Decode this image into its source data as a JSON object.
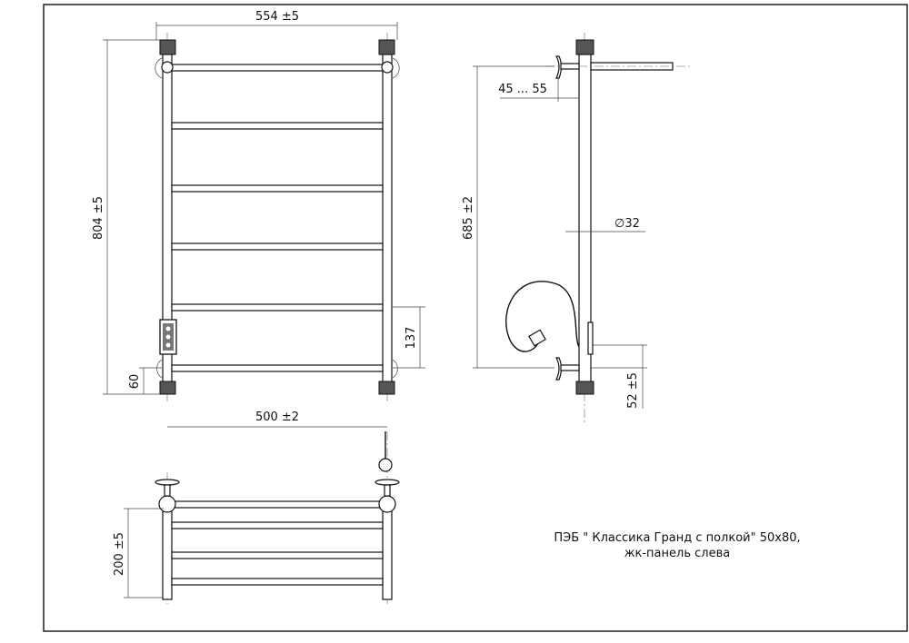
{
  "front_view": {
    "width_label": "554 ±5",
    "height_label": "804 ±5",
    "bottom_offset_label": "60",
    "panel_height_label": "137",
    "axis_spacing_label": "500 ±2"
  },
  "side_view": {
    "wall_distance_label": "45 ... 55",
    "mount_spacing_label": "685 ±2",
    "diameter_label": "∅32",
    "bottom_mount_label": "52 ±5"
  },
  "top_view": {
    "depth_label": "200 ±5"
  },
  "caption": {
    "line1": "ПЭБ \" Классика Гранд  с полкой\" 50х80,",
    "line2": "жк-панель слева"
  }
}
